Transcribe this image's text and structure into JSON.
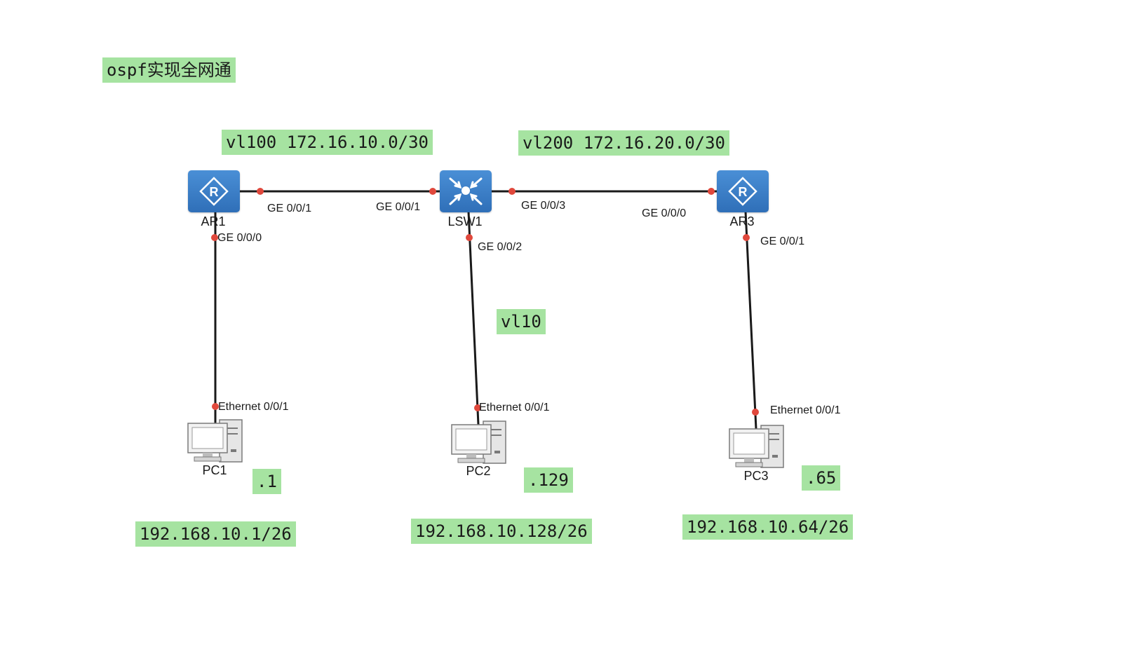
{
  "title": "ospf实现全网通",
  "vlan_notes": {
    "vl100": "vl100 172.16.10.0/30",
    "vl200": "vl200 172.16.20.0/30",
    "vl10": "vl10"
  },
  "devices": {
    "ar1": {
      "label": "AR1",
      "icon": "router-icon"
    },
    "lsw1": {
      "label": "LSW1",
      "icon": "switch-icon"
    },
    "ar3": {
      "label": "AR3",
      "icon": "router-icon"
    },
    "pc1": {
      "label": "PC1",
      "icon": "pc-icon"
    },
    "pc2": {
      "label": "PC2",
      "icon": "pc-icon"
    },
    "pc3": {
      "label": "PC3",
      "icon": "pc-icon"
    }
  },
  "ports": {
    "ar1_lsw1": "GE 0/0/1",
    "lsw1_ar1": "GE 0/0/1",
    "lsw1_ar3": "GE 0/0/3",
    "ar3_lsw1": "GE 0/0/0",
    "ar1_pc1": "GE 0/0/0",
    "lsw1_pc2": "GE 0/0/2",
    "ar3_pc3": "GE 0/0/1",
    "pc1_eth": "Ethernet 0/0/1",
    "pc2_eth": "Ethernet 0/0/1",
    "pc3_eth": "Ethernet 0/0/1"
  },
  "host_notes": {
    "pc1": ".1",
    "pc2": ".129",
    "pc3": ".65"
  },
  "subnet_notes": {
    "pc1": "192.168.10.1/26",
    "pc2": "192.168.10.128/26",
    "pc3": "192.168.10.64/26"
  },
  "colors": {
    "note_bg": "#a6e3a1",
    "device_blue": "#3a7fc9",
    "link": "#1a1a1a",
    "port_dot": "#e0483c"
  }
}
